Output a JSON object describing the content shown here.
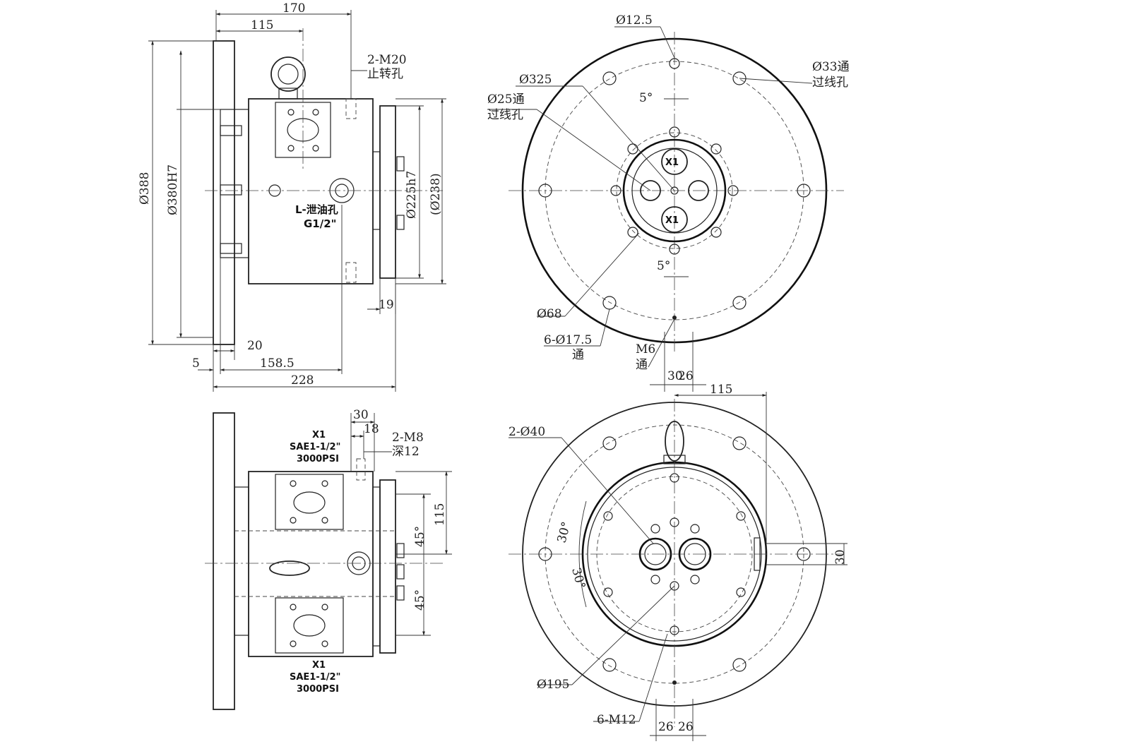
{
  "views": {
    "side_top": {
      "dim_overall_top": "170",
      "dim_115": "115",
      "stop_hole_spec": "2-M20",
      "stop_hole_label": "止转孔",
      "dia_388": "Ø388",
      "dia_380h7": "Ø380H7",
      "dia_225h7": "Ø225h7",
      "dia_238": "(Ø238)",
      "port_l_label": "L-泄油孔",
      "port_l_thread": "G1/2\"",
      "dim_19": "19",
      "dim_20": "20",
      "dim_5": "5",
      "dim_158_5": "158.5",
      "dim_228": "228"
    },
    "front_top": {
      "dia_12_5": "Ø12.5",
      "dia_33_label1": "Ø33通",
      "dia_33_label2": "过线孔",
      "dia_325": "Ø325",
      "dia_25_label1": "Ø25通",
      "dia_25_label2": "过线孔",
      "angle_5_top": "5°",
      "angle_5_bottom": "5°",
      "port_x1_top": "X1",
      "port_x1_bottom": "X1",
      "dia_68": "Ø68",
      "holes_17_5": "6-Ø17.5",
      "holes_17_5_note": "通",
      "m6_label": "M6",
      "m6_note": "通",
      "dim_30": "30",
      "dim_26": "26"
    },
    "side_bottom": {
      "x1_top_label": "X1",
      "x1_top_spec1": "SAE1-1/2\"",
      "x1_top_spec2": "3000PSI",
      "dim_30": "30",
      "dim_18": "18",
      "m8_spec": "2-M8",
      "m8_depth": "深12",
      "dim_115": "115",
      "angle_45_top": "45°",
      "angle_45_bottom": "45°",
      "x1_bottom_label": "X1",
      "x1_bottom_spec1": "SAE1-1/2\"",
      "x1_bottom_spec2": "3000PSI"
    },
    "front_bottom": {
      "dim_115": "115",
      "holes_40": "2-Ø40",
      "angle_30_a": "30°",
      "angle_30_b": "30°",
      "dim_30": "30",
      "dia_195": "Ø195",
      "holes_m12": "6-M12",
      "dim_26_a": "26",
      "dim_26_b": "26"
    }
  },
  "colors": {
    "line": "#222222",
    "background": "#ffffff"
  }
}
